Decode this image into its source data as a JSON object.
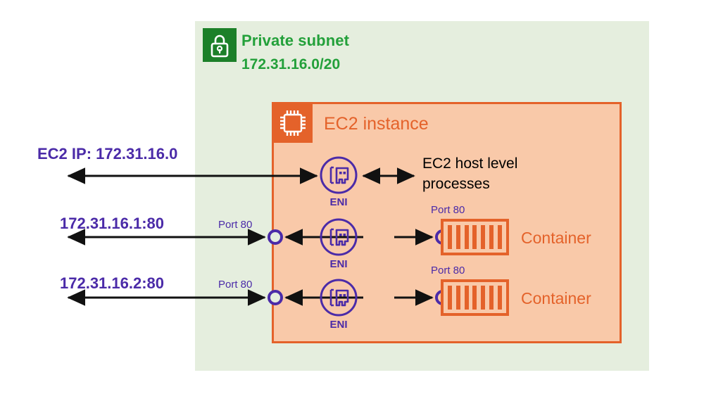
{
  "diagram": {
    "title": "AWS EC2 private subnet ENI / container port mapping",
    "colors": {
      "subnet_fill": "#e5eede",
      "subnet_green": "#23a03a",
      "subnet_icon_bg": "#1c8029",
      "ec2_fill": "#f9c9a9",
      "ec2_orange": "#e4622a",
      "purple": "#4b2ba8",
      "arrow_black": "#111111",
      "page_bg": "#ffffff"
    }
  },
  "subnet": {
    "icon": "padlock-icon",
    "title": "Private subnet",
    "cidr": "172.31.16.0/20"
  },
  "ec2": {
    "icon": "cpu-chip-icon",
    "title": "EC2 instance"
  },
  "host_processes": {
    "line1": "EC2 host level",
    "line2": "processes"
  },
  "rows": [
    {
      "ip_label": "EC2 IP: 172.31.16.0",
      "eni_caption": "ENI",
      "eni_icon": "network-interface-icon",
      "has_port_circle": false,
      "port_label": null,
      "has_container": false,
      "container_port_label": null,
      "container_label": null
    },
    {
      "ip_label": "172.31.16.1:80",
      "eni_caption": "ENI",
      "eni_icon": "network-interface-icon",
      "has_port_circle": true,
      "port_label": "Port 80",
      "has_container": true,
      "container_port_label": "Port 80",
      "container_label": "Container"
    },
    {
      "ip_label": "172.31.16.2:80",
      "eni_caption": "ENI",
      "eni_icon": "network-interface-icon",
      "has_port_circle": true,
      "port_label": "Port 80",
      "has_container": true,
      "container_port_label": "Port 80",
      "container_label": "Container"
    }
  ],
  "container_bar_count": 7
}
